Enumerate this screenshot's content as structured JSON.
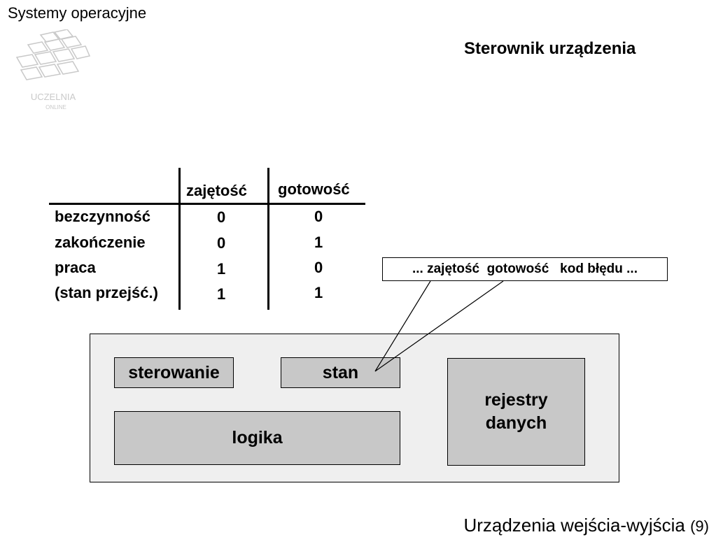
{
  "header": {
    "course_title": "Systemy operacyjne"
  },
  "slide": {
    "title": "Sterownik urządzenia"
  },
  "logo": {
    "text_line1": "UCZELNIA",
    "text_line2": "ONLINE"
  },
  "status_table": {
    "column_headers": [
      "zajętość",
      "gotowość"
    ],
    "rows": [
      {
        "label": "bezczynność",
        "values": [
          "0",
          "0"
        ]
      },
      {
        "label": "zakończenie",
        "values": [
          "0",
          "1"
        ]
      },
      {
        "label": "praca",
        "values": [
          "1",
          "0"
        ]
      },
      {
        "label": "(stan przejść.)",
        "values": [
          "1",
          "1"
        ]
      }
    ]
  },
  "callout": {
    "text": "... zajętość  gotowość   kod błędu ..."
  },
  "controller": {
    "blocks": {
      "control": "sterowanie",
      "status": "stan",
      "logic": "logika",
      "data_registers_line1": "rejestry",
      "data_registers_line2": "danych"
    }
  },
  "footer": {
    "section_title": "Urządzenia wejścia-wyjścia",
    "page_number": "(9)"
  }
}
